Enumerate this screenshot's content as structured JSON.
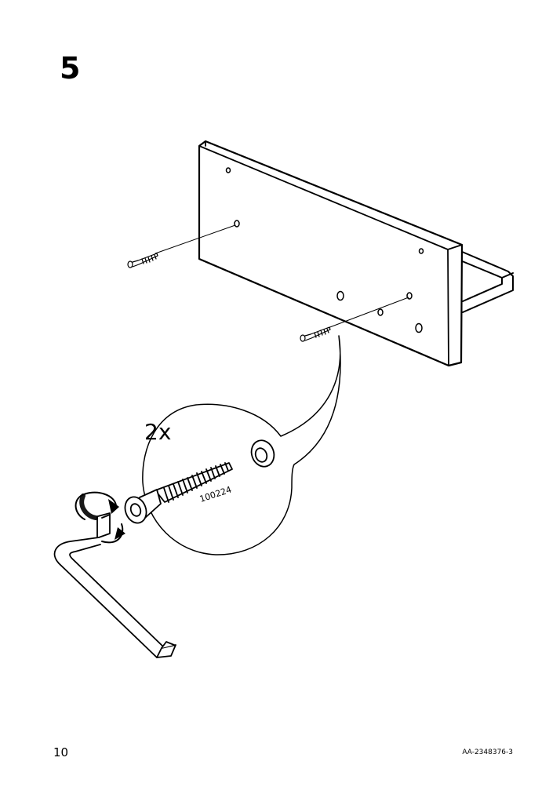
{
  "step": {
    "number": "5"
  },
  "callout": {
    "quantity": "2x",
    "part_number": "100224"
  },
  "footer": {
    "page_number": "10",
    "document_code": "AA-2348376-3"
  },
  "icons": [
    "screw-icon",
    "allen-key-icon",
    "rotation-arrow-icon",
    "hole-icon"
  ]
}
